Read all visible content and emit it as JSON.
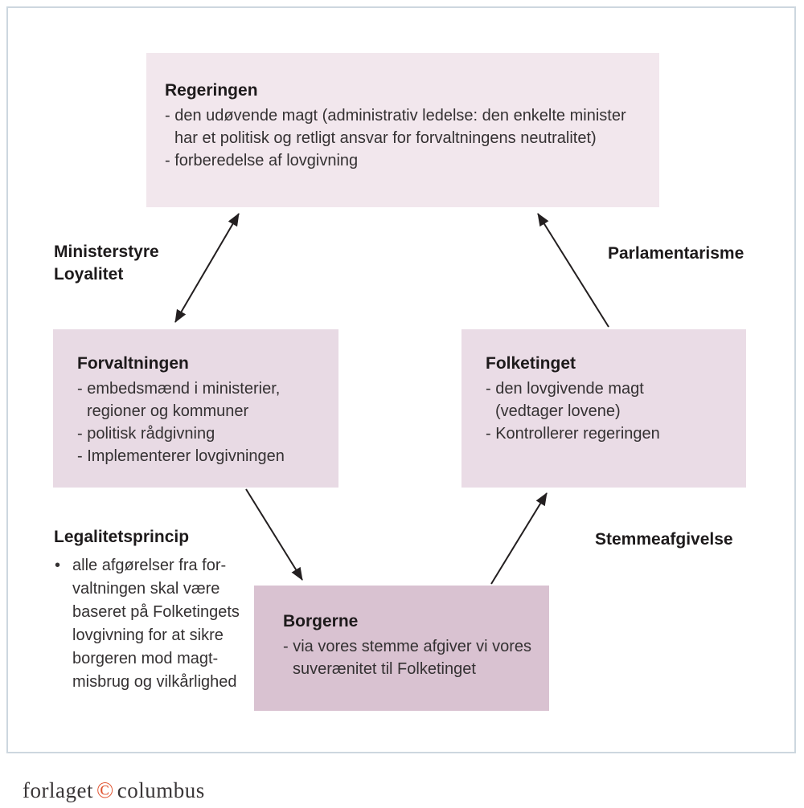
{
  "diagram": {
    "boxes": {
      "regeringen": {
        "title": "Regeringen",
        "lines": [
          "- den udøvende magt (administrativ ledelse: den enkelte minister",
          "har et politisk og retligt ansvar for forvaltningens neutralitet)",
          "- forberedelse af lovgivning"
        ]
      },
      "forvaltningen": {
        "title": "Forvaltningen",
        "lines": [
          "- embedsmænd i ministerier,",
          "regioner og kommuner",
          "- politisk rådgivning",
          "- Implementerer lovgivningen"
        ]
      },
      "folketinget": {
        "title": "Folketinget",
        "lines": [
          "- den lovgivende magt",
          "(vedtager lovene)",
          "- Kontrollerer regeringen"
        ]
      },
      "borgerne": {
        "title": "Borgerne",
        "lines": [
          "- via vores stemme afgiver vi vores",
          "suverænitet til Folketinget"
        ]
      }
    },
    "labels": {
      "ministerstyre_line1": "Ministerstyre",
      "ministerstyre_line2": "Loyalitet",
      "parlamentarisme": "Parlamentarisme",
      "legalitetsprincip_title": "Legalitetsprincip",
      "bullet_char": "•",
      "legalitetsprincip_bullet_lines": [
        "alle afgørelser fra for-",
        "valtningen skal være",
        "baseret på Folketingets",
        "lovgivning for at sikre",
        "borgeren mod magt-",
        "misbrug og vilkårlighed"
      ],
      "stemmeafgivelse": "Stemmeafgivelse"
    },
    "connections": [
      {
        "from": "regeringen",
        "to": "forvaltningen",
        "style": "double-arrow",
        "label": "Ministerstyre / Loyalitet"
      },
      {
        "from": "folketinget",
        "to": "regeringen",
        "style": "arrow",
        "label": "Parlamentarisme"
      },
      {
        "from": "forvaltningen",
        "to": "borgerne",
        "style": "arrow",
        "label": "Legalitetsprincip"
      },
      {
        "from": "borgerne",
        "to": "folketinget",
        "style": "arrow",
        "label": "Stemmeafgivelse"
      }
    ]
  },
  "footer": {
    "prefix": "forlaget",
    "copyright_symbol": "©",
    "name": "columbus"
  },
  "colors": {
    "box_regeringen": "#f2e7ed",
    "box_forvaltningen": "#e8dae4",
    "box_folketinget": "#eadce6",
    "box_borgerne": "#d9c2d1",
    "frame_border": "#cdd7df",
    "arrow": "#231f20",
    "copyright_orange": "#e0532f",
    "text_dark": "#2e2b2c"
  }
}
